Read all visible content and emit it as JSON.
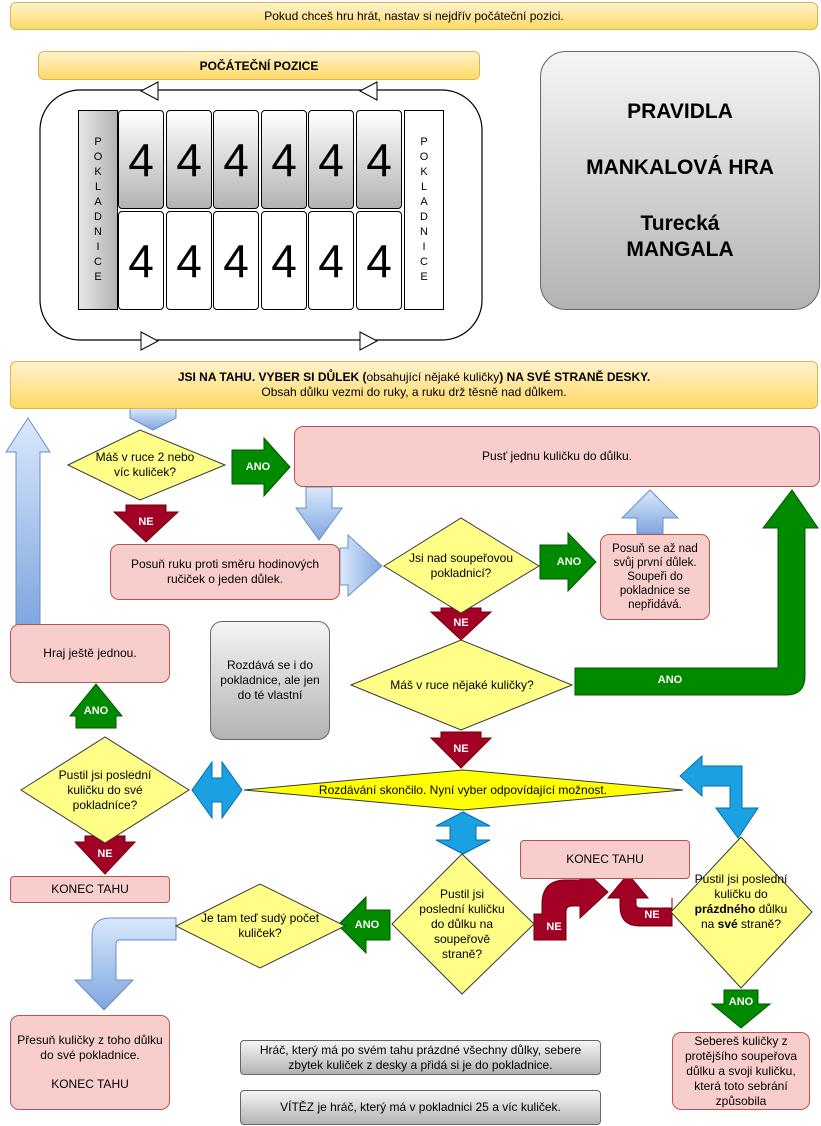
{
  "top_note": "Pokud chceš hru hrát, nastav si nejdřív počáteční pozici.",
  "start": {
    "title": "POČÁTEČNÍ POZICE",
    "store_label": "P\nO\nK\nL\nA\nD\nN\nI\nC\nE",
    "store_label_right": "P\nO\nK\nL\nA\nD\nN\nI\nC\nE",
    "top_row": [
      "4",
      "4",
      "4",
      "4",
      "4",
      "4"
    ],
    "bottom_row": [
      "4",
      "4",
      "4",
      "4",
      "4",
      "4"
    ]
  },
  "rules": {
    "line1": "PRAVIDLA",
    "line2": "MANKALOVÁ HRA",
    "line3": "Turecká",
    "line4": "MANGALA"
  },
  "turn": {
    "bold_a": "JSI NA TAHU. VYBER SI DŮLEK (",
    "normal_a": "obsahující nějaké kuličky",
    "bold_b": ") NA SVÉ STRANĚ DESKY.",
    "line2": "Obsah důlku vezmi do ruky, a ruku drž těsně nad důlkem."
  },
  "nodes": {
    "d_two_balls": "Máš v ruce 2 nebo víc kuliček?",
    "drop_one": "Pusť jednu kuličku do důlku.",
    "move_hand": "Posuň ruku proti směru hodinových ručiček o jeden důlek.",
    "d_over_store": "Jsi nad soupeřovou pokladnicí?",
    "skip_pit": "Posuň se až nad svůj první důlek. Soupeři do pokladnice se nepřidává.",
    "d_any_balls": "Máš v ruce nějaké kuličky?",
    "play_again": "Hraj ještě jednou.",
    "note_store": "Rozdává se i do pokladnice, ale jen do té vlastní",
    "d_last_own_store": "Pustil jsi poslední kuličku do své pokladníce?",
    "distribution_done": "Rozdávání skončilo. Nyní vyber odpovídající možnost.",
    "end_turn_left": "KONEC TAHU",
    "end_turn_mid": "KONEC TAHU",
    "d_even": "Je tam teď sudý počet kuliček?",
    "d_opp_side": "Pustil jsi poslední kuličku do důlku na soupeřově straně?",
    "d_empty_own_a": "Pustil jsi poslední kuličku do ",
    "d_empty_own_b": "prázdného",
    "d_empty_own_c": " důlku na ",
    "d_empty_own_d": "své",
    "d_empty_own_e": " straně?",
    "move_to_store_1": "Přesuň kuličky z toho důlku do své pokladnice.",
    "move_to_store_2": "KONEC TAHU",
    "capture": "Sebereš kuličky z protějšího soupeřova důlku a svoji kuličku, která toto sebrání způsobila",
    "rule_empty": "Hráč, který má po svém tahu prázdné všechny důlky, sebere zbytek kuliček z desky a přidá si je do pokladnice.",
    "rule_winner": "VÍTĚZ je hráč, který má v pokladnici 25 a víc kuliček."
  },
  "labels": {
    "yes": "ANO",
    "no": "NE"
  },
  "colors": {
    "yes_green": "#008a00",
    "no_red": "#a20025",
    "decision_yellow": "#ffff88",
    "flow_blue": "#a9c4eb",
    "bidir_blue": "#1ba1e2"
  }
}
